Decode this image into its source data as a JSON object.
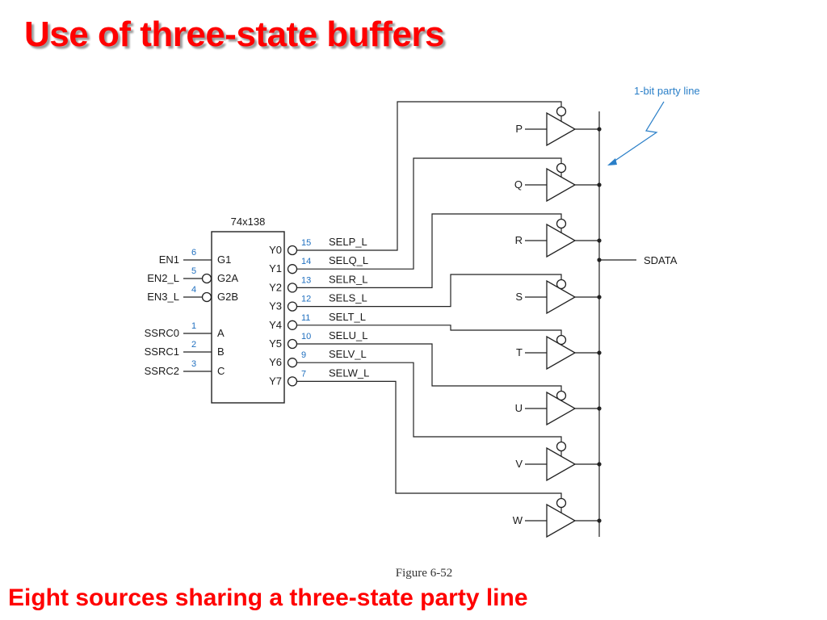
{
  "title": "Use of three-state buffers",
  "caption": "Eight sources sharing a three-state party line",
  "figure_label": "Figure 6-52",
  "colors": {
    "title": "#ff0000",
    "wire": "#222222",
    "pin_number": "#1f6fbf",
    "callout": "#2a7fc8"
  },
  "decoder": {
    "part": "74x138",
    "enable_inputs": [
      {
        "signal": "EN1",
        "pin": "6",
        "port": "G1",
        "inverted": false
      },
      {
        "signal": "EN2_L",
        "pin": "5",
        "port": "G2A",
        "inverted": true
      },
      {
        "signal": "EN3_L",
        "pin": "4",
        "port": "G2B",
        "inverted": true
      }
    ],
    "select_inputs": [
      {
        "signal": "SSRC0",
        "pin": "1",
        "port": "A"
      },
      {
        "signal": "SSRC1",
        "pin": "2",
        "port": "B"
      },
      {
        "signal": "SSRC2",
        "pin": "3",
        "port": "C"
      }
    ],
    "outputs": [
      {
        "port": "Y0",
        "pin": "15",
        "net": "SELP_L"
      },
      {
        "port": "Y1",
        "pin": "14",
        "net": "SELQ_L"
      },
      {
        "port": "Y2",
        "pin": "13",
        "net": "SELR_L"
      },
      {
        "port": "Y3",
        "pin": "12",
        "net": "SELS_L"
      },
      {
        "port": "Y4",
        "pin": "11",
        "net": "SELT_L"
      },
      {
        "port": "Y5",
        "pin": "10",
        "net": "SELU_L"
      },
      {
        "port": "Y6",
        "pin": "9",
        "net": "SELV_L"
      },
      {
        "port": "Y7",
        "pin": "7",
        "net": "SELW_L"
      }
    ]
  },
  "buffers": [
    "P",
    "Q",
    "R",
    "S",
    "T",
    "U",
    "V",
    "W"
  ],
  "bus": {
    "output_label": "SDATA",
    "callout": "1-bit party line"
  }
}
